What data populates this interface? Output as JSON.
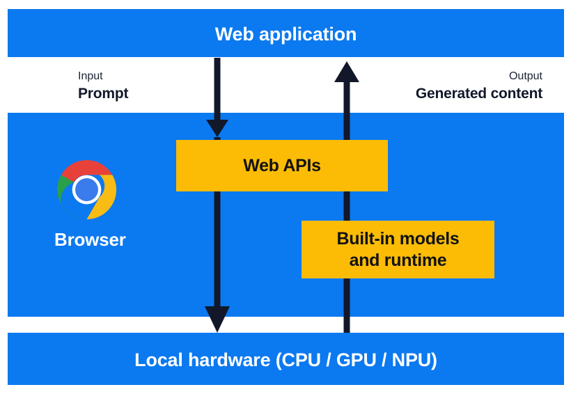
{
  "diagram": {
    "title": "Built-in AI in the browser",
    "colors": {
      "band_blue": "#0b79f0",
      "box_yellow": "#fcbc05",
      "arrow_navy": "#121829",
      "text_white": "#ffffff",
      "text_dark": "#121829",
      "page_background": "#ffffff"
    }
  },
  "bands": {
    "web_application": {
      "label": "Web application"
    },
    "browser": {
      "label": "Browser"
    },
    "local_hardware": {
      "label": "Local hardware (CPU / GPU / NPU)"
    }
  },
  "io": {
    "input": {
      "kind": "Input",
      "value": "Prompt"
    },
    "output": {
      "kind": "Output",
      "value": "Generated content"
    }
  },
  "boxes": [
    {
      "id": "web-apis",
      "label": "Web APIs"
    },
    {
      "id": "builtin-models",
      "line1": "Built-in models",
      "line2": "and runtime"
    }
  ],
  "icons": {
    "chrome": "chrome-logo-icon",
    "arrow_down": "arrow-down-icon",
    "arrow_up": "arrow-up-icon"
  },
  "flow": {
    "down_arrow_label": "Prompt flows down from the web application through Web APIs to local hardware",
    "up_arrow_label": "Generated content flows up from local hardware through built-in models and runtime to the web application"
  }
}
